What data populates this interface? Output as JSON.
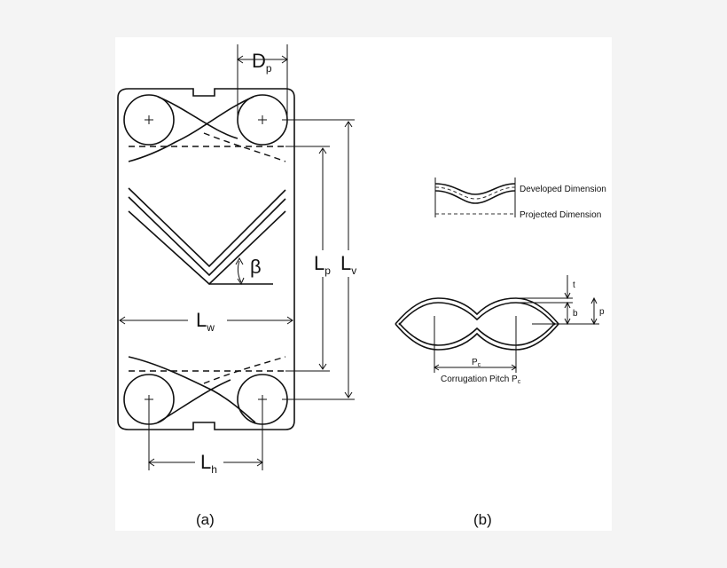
{
  "figure_a": {
    "caption": "(a)",
    "labels": {
      "port_diameter": {
        "main": "D",
        "sub": "p"
      },
      "plate_pitch_length": {
        "main": "L",
        "sub": "p"
      },
      "vertical_port_distance": {
        "main": "L",
        "sub": "v"
      },
      "plate_width": {
        "main": "L",
        "sub": "w"
      },
      "horizontal_port_distance": {
        "main": "L",
        "sub": "h"
      },
      "chevron_angle": "β"
    }
  },
  "figure_b": {
    "caption": "(b)",
    "developed_dimension": "Developed Dimension",
    "projected_dimension": "Projected Dimension",
    "thickness": "t",
    "depth": "b",
    "pitch_height": "p",
    "pitch_short": {
      "main": "P",
      "sub": "c"
    },
    "corrugation_pitch": {
      "main": "Corrugation Pitch P",
      "sub": "c"
    }
  },
  "colors": {
    "background": "#f4f4f4",
    "panel": "#ffffff",
    "ink": "#111111"
  }
}
